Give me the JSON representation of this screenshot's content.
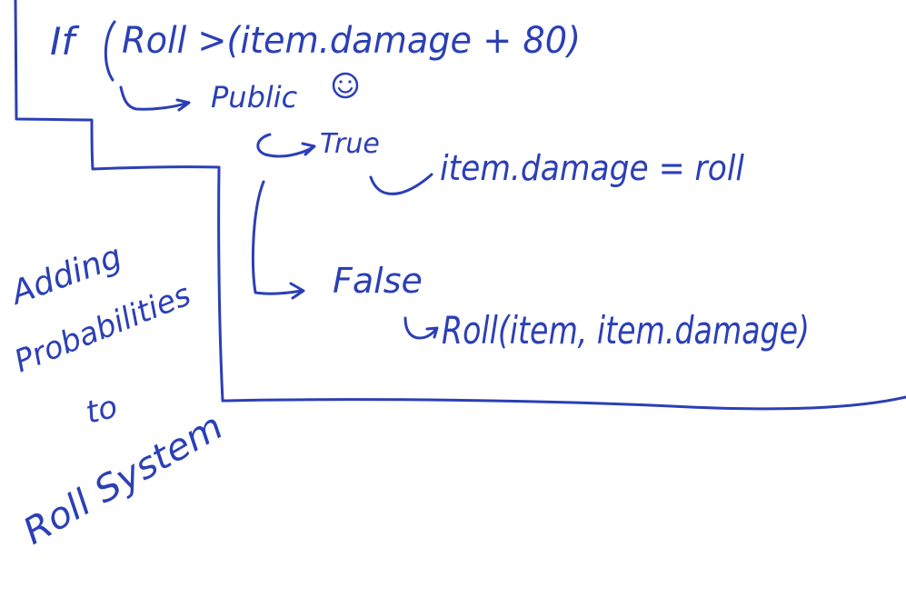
{
  "ink": {
    "color": "#2b3fb6"
  },
  "code": {
    "if_keyword": "If",
    "condition": "Roll >(item.damage + 80)",
    "access": "Public",
    "smiley_icon": "smiley-face",
    "true_label": "True",
    "true_action": "item.damage = roll",
    "false_label": "False",
    "false_action": "Roll(item, item.damage)"
  },
  "side_note": {
    "line1": "Adding",
    "line2": "Probabilities",
    "line3": "to",
    "line4": "Roll System"
  }
}
